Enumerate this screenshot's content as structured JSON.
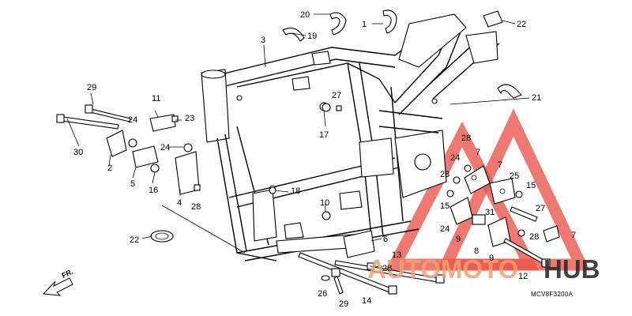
{
  "diagram": {
    "drawing_code": "MCV8F3200A",
    "direction_label": "FR.",
    "watermark": {
      "text_part1": "AUTOMOTO",
      "text_part2": "HUB",
      "color_part1": "#f4a070",
      "color_part2": "#2d2d2d",
      "triangle_color": "#e8443a"
    },
    "callouts": [
      {
        "id": "c1",
        "label": "1"
      },
      {
        "id": "c2",
        "label": "2"
      },
      {
        "id": "c3",
        "label": "3"
      },
      {
        "id": "c4",
        "label": "4"
      },
      {
        "id": "c5",
        "label": "5"
      },
      {
        "id": "c6",
        "label": "6"
      },
      {
        "id": "c7a",
        "label": "7"
      },
      {
        "id": "c7b",
        "label": "7"
      },
      {
        "id": "c7c",
        "label": "7"
      },
      {
        "id": "c8",
        "label": "8"
      },
      {
        "id": "c9a",
        "label": "9"
      },
      {
        "id": "c9b",
        "label": "9"
      },
      {
        "id": "c10",
        "label": "10"
      },
      {
        "id": "c11",
        "label": "11"
      },
      {
        "id": "c12",
        "label": "12"
      },
      {
        "id": "c13",
        "label": "13"
      },
      {
        "id": "c14",
        "label": "14"
      },
      {
        "id": "c15a",
        "label": "15"
      },
      {
        "id": "c15b",
        "label": "15"
      },
      {
        "id": "c16",
        "label": "16"
      },
      {
        "id": "c17",
        "label": "17"
      },
      {
        "id": "c18",
        "label": "18"
      },
      {
        "id": "c19",
        "label": "19"
      },
      {
        "id": "c20",
        "label": "20"
      },
      {
        "id": "c21",
        "label": "21"
      },
      {
        "id": "c22a",
        "label": "22"
      },
      {
        "id": "c22b",
        "label": "22"
      },
      {
        "id": "c23",
        "label": "23"
      },
      {
        "id": "c24a",
        "label": "24"
      },
      {
        "id": "c24b",
        "label": "24"
      },
      {
        "id": "c24c",
        "label": "24"
      },
      {
        "id": "c24d",
        "label": "24"
      },
      {
        "id": "c25",
        "label": "25"
      },
      {
        "id": "c26",
        "label": "26"
      },
      {
        "id": "c27a",
        "label": "27"
      },
      {
        "id": "c27b",
        "label": "27"
      },
      {
        "id": "c28a",
        "label": "28"
      },
      {
        "id": "c28b",
        "label": "28"
      },
      {
        "id": "c28c",
        "label": "28"
      },
      {
        "id": "c28d",
        "label": "28"
      },
      {
        "id": "c28e",
        "label": "28"
      },
      {
        "id": "c29a",
        "label": "29"
      },
      {
        "id": "c29b",
        "label": "29"
      },
      {
        "id": "c30",
        "label": "30"
      },
      {
        "id": "c31",
        "label": "31"
      }
    ]
  }
}
